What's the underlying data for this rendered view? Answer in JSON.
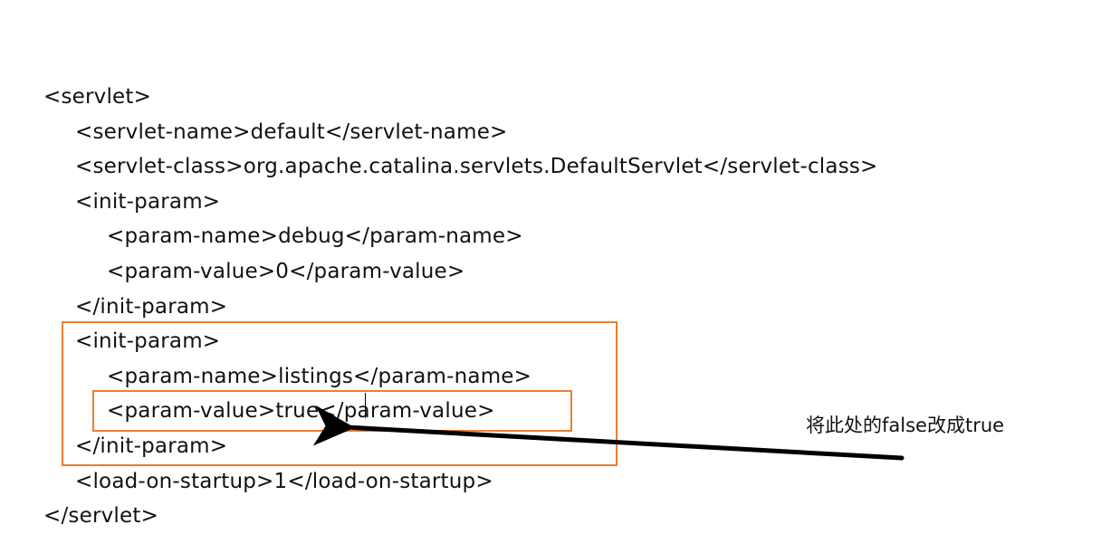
{
  "code": {
    "lines": [
      {
        "text": "<servlet>",
        "indent": 0
      },
      {
        "text": "<servlet-name>default</servlet-name>",
        "indent": 1
      },
      {
        "text": "<servlet-class>org.apache.catalina.servlets.DefaultServlet</servlet-class>",
        "indent": 1
      },
      {
        "text": "<init-param>",
        "indent": 1
      },
      {
        "text": "<param-name>debug</param-name>",
        "indent": 2
      },
      {
        "text": "<param-value>0</param-value>",
        "indent": 2
      },
      {
        "text": "</init-param>",
        "indent": 1
      },
      {
        "text": "<init-param>",
        "indent": 1
      },
      {
        "text": "<param-name>listings</param-name>",
        "indent": 2
      },
      {
        "text": "<param-value>true</param-value>",
        "indent": 2
      },
      {
        "text": "</init-param>",
        "indent": 1
      },
      {
        "text": "<load-on-startup>1</load-on-startup>",
        "indent": 1
      },
      {
        "text": "</servlet>",
        "indent": 0
      }
    ]
  },
  "annotation": {
    "text": "将此处的false改成true"
  },
  "colors": {
    "highlight": "#ed7d31",
    "arrow": "#000000",
    "text": "#111111"
  }
}
